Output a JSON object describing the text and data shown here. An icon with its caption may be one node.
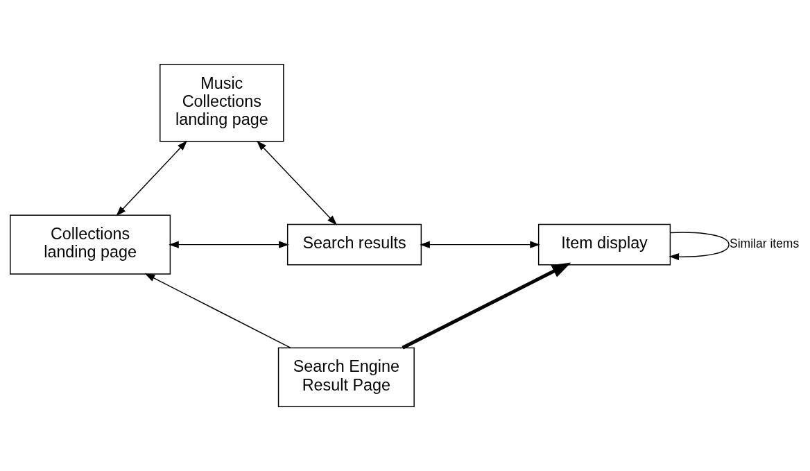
{
  "diagram": {
    "nodes": [
      {
        "text": [
          "Music Collections landing page"
        ]
      },
      {
        "text": [
          "Collections landing page"
        ]
      },
      {
        "text": [
          "Search results"
        ]
      },
      {
        "text": [
          "Item display"
        ]
      },
      {
        "text": [
          "Search Engine Result Page"
        ]
      }
    ],
    "edges": [
      {
        "from": 0,
        "to": 1,
        "arrow": "both"
      },
      {
        "from": 0,
        "to": 2,
        "arrow": "both"
      },
      {
        "from": 1,
        "to": 2,
        "arrow": "both"
      },
      {
        "from": 2,
        "to": 3,
        "arrow": "both"
      },
      {
        "from": 3,
        "to": 3,
        "arrow": "to",
        "label": "Similar items"
      },
      {
        "from": 4,
        "to": 1,
        "arrow": "to"
      },
      {
        "from": 4,
        "to": 3,
        "arrow": "to",
        "style": "thick"
      }
    ]
  }
}
